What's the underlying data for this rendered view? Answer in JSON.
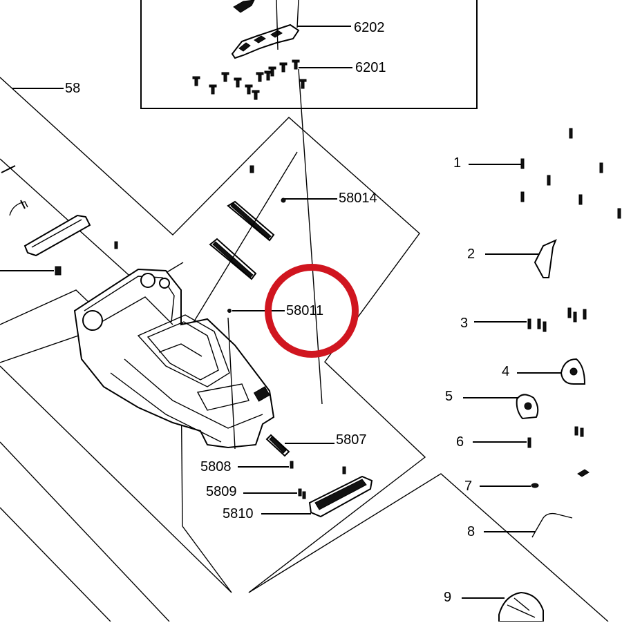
{
  "diagram": {
    "labels": {
      "l6202": "6202",
      "l6201": "6201",
      "l58": "58",
      "l58014": "58014",
      "l58011": "58011",
      "l5807": "5807",
      "l5808": "5808",
      "l5809": "5809",
      "l5810": "5810",
      "l1": "1",
      "l2": "2",
      "l3": "3",
      "l4": "4",
      "l5": "5",
      "l6": "6",
      "l7": "7",
      "l8": "8",
      "l9": "9"
    },
    "highlight": {
      "target": "58011",
      "color": "#d0151f"
    }
  }
}
